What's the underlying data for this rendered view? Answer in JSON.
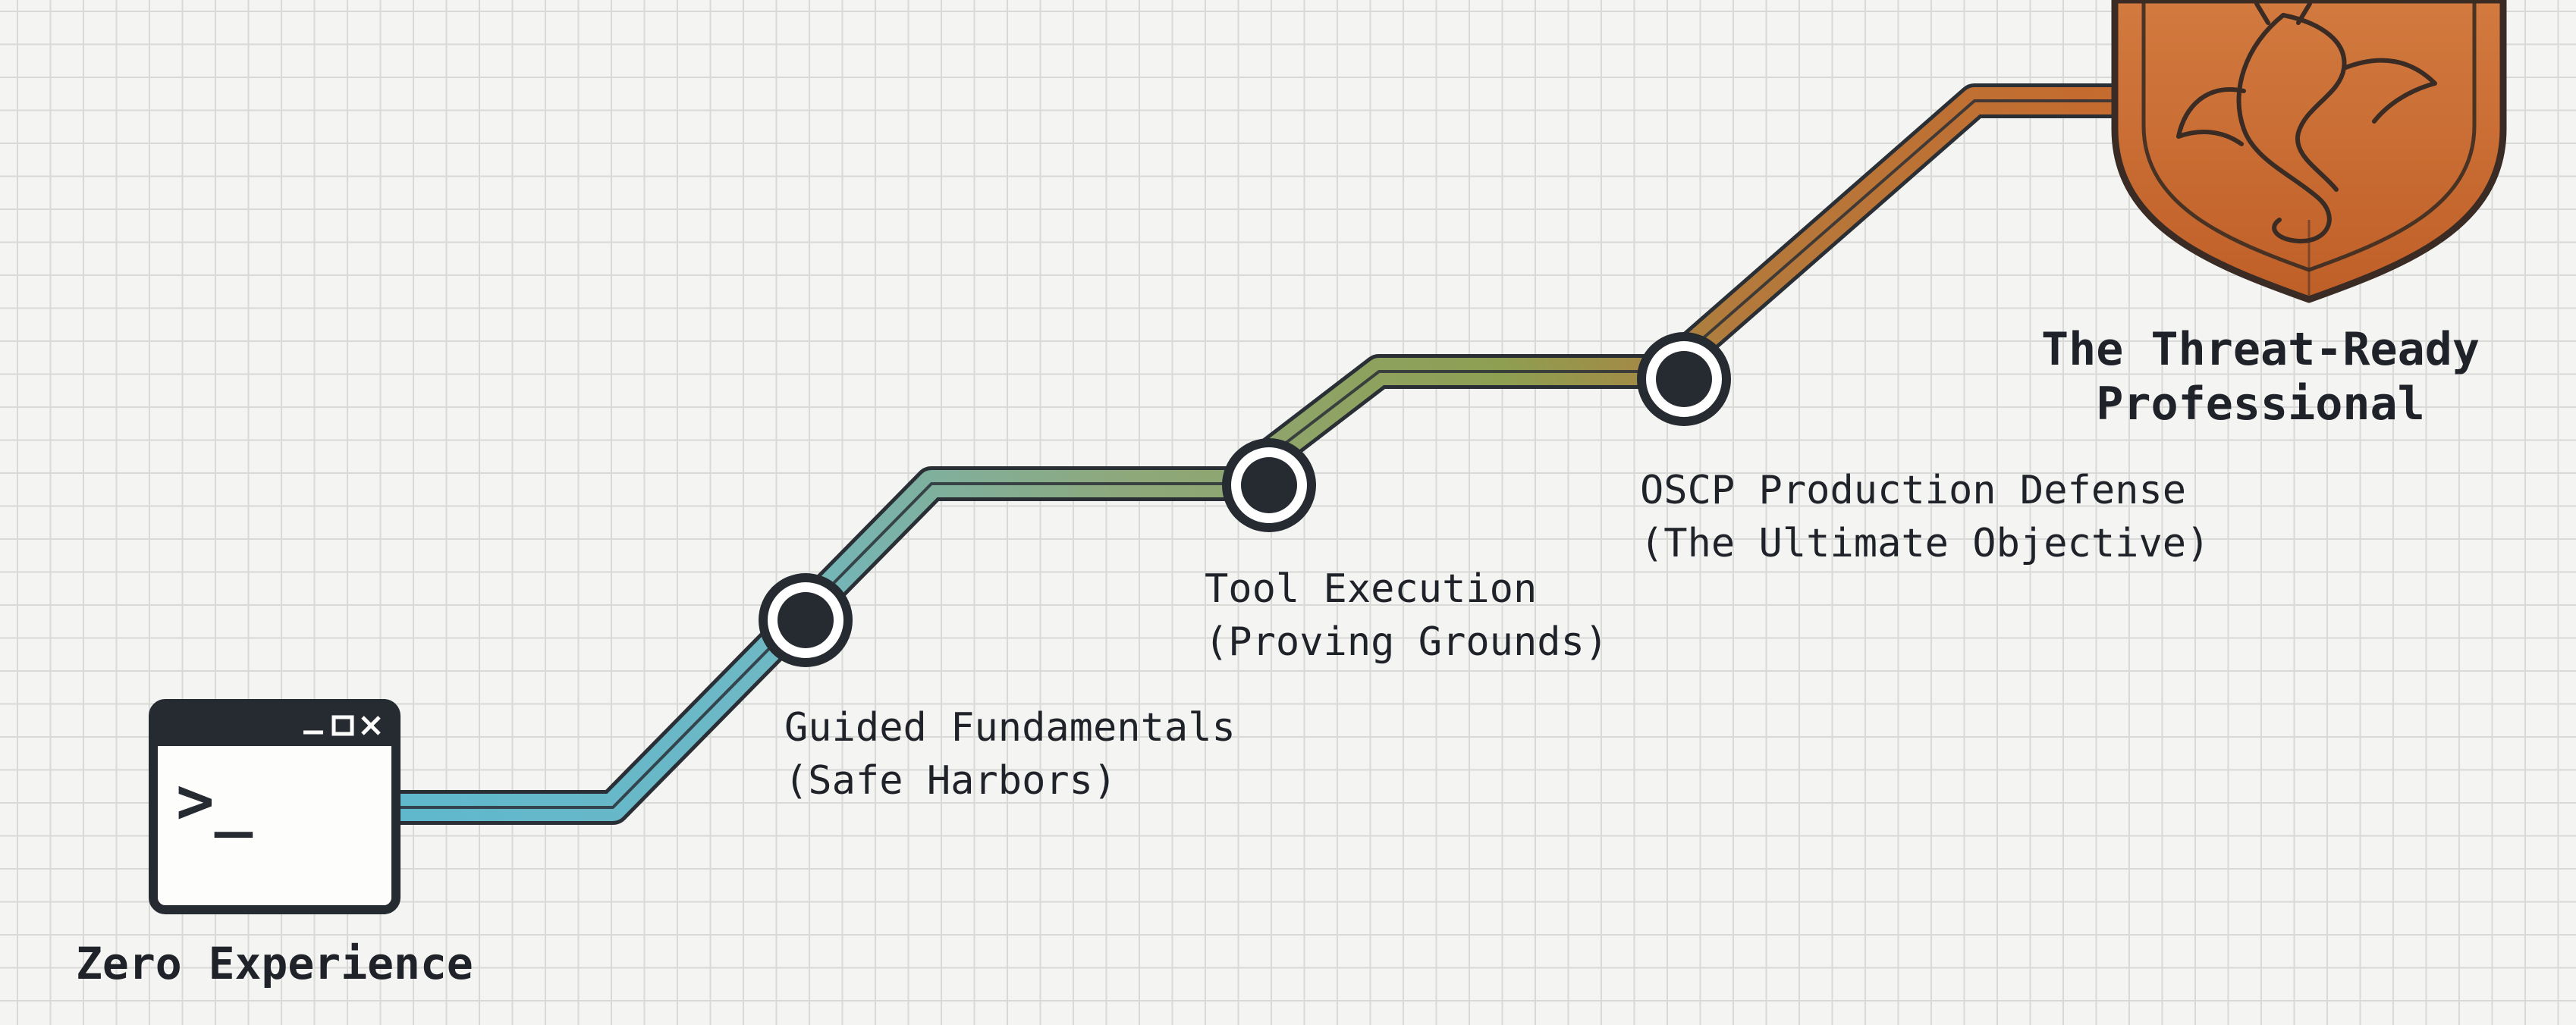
{
  "diagram": {
    "start": {
      "label": "Zero Experience",
      "icon": "terminal-window-icon",
      "prompt": ">_"
    },
    "milestones": [
      {
        "line1": "Guided Fundamentals",
        "line2": "(Safe Harbors)"
      },
      {
        "line1": "Tool Execution",
        "line2": "(Proving Grounds)"
      },
      {
        "line1": "OSCP Production Defense",
        "line2": "(The Ultimate Objective)"
      }
    ],
    "goal": {
      "line1": "The Threat-Ready",
      "line2": "Professional",
      "icon": "dragon-shield-icon"
    },
    "colors": {
      "path_start": "#5fb8cd",
      "path_mid": "#8e9f52",
      "path_end": "#c8692d",
      "outline": "#2a2f36",
      "shield": "#c96a33",
      "background": "#f4f4f2",
      "grid": "#d9d9d7"
    }
  }
}
